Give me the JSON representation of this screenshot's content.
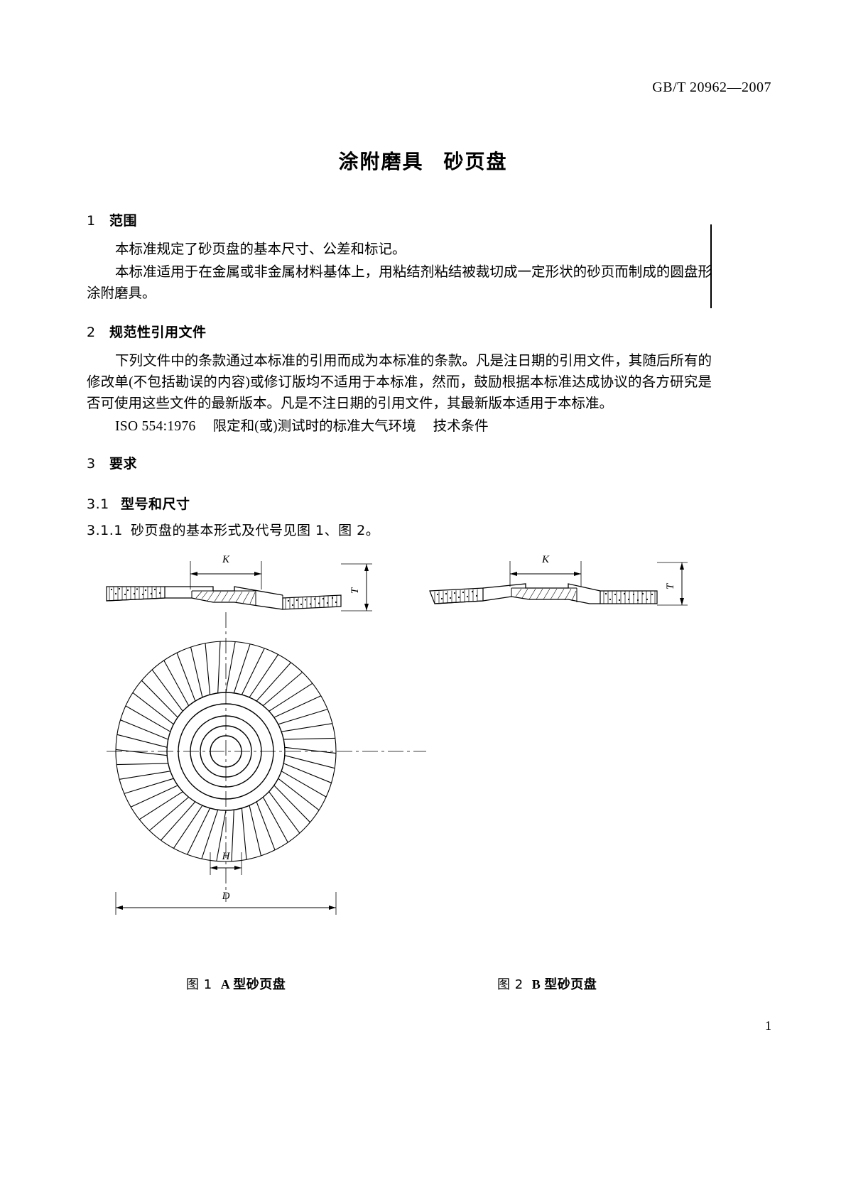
{
  "header": {
    "standard_prefix": "GB/T",
    "standard_number": "20962—2007",
    "full": "GB/T 20962—2007"
  },
  "title": {
    "part1": "涂附磨具",
    "part2": "砂页盘"
  },
  "sections": {
    "s1": {
      "number": "1",
      "heading": "范围",
      "p1": "本标准规定了砂页盘的基本尺寸、公差和标记。",
      "p2": "本标准适用于在金属或非金属材料基体上，用粘结剂粘结被裁切成一定形状的砂页而制成的圆盘形涂附磨具。"
    },
    "s2": {
      "number": "2",
      "heading": "规范性引用文件",
      "p1": "下列文件中的条款通过本标准的引用而成为本标准的条款。凡是注日期的引用文件，其随后所有的修改单(不包括勘误的内容)或修订版均不适用于本标准，然而，鼓励根据本标准达成协议的各方研究是否可使用这些文件的最新版本。凡是不注日期的引用文件，其最新版本适用于本标准。",
      "ref_code": "ISO 554:1976",
      "ref_title": "限定和(或)测试时的标准大气环境",
      "ref_subtitle": "技术条件"
    },
    "s3": {
      "number": "3",
      "heading": "要求"
    },
    "s31": {
      "number": "3.1",
      "heading": "型号和尺寸"
    },
    "s311": {
      "number": "3.1.1",
      "text": "砂页盘的基本形式及代号见图 1、图 2。"
    }
  },
  "figures": {
    "fig1": {
      "caption_label": "图 1",
      "caption_text": "A 型砂页盘",
      "dim_K": "K",
      "dim_T": "T",
      "dim_H": "H",
      "dim_D": "D"
    },
    "fig2": {
      "caption_label": "图 2",
      "caption_text": "B 型砂页盘",
      "dim_K": "K",
      "dim_T": "T"
    }
  },
  "footer": {
    "page_number": "1"
  },
  "colors": {
    "ink": "#000000",
    "paper": "#ffffff"
  }
}
